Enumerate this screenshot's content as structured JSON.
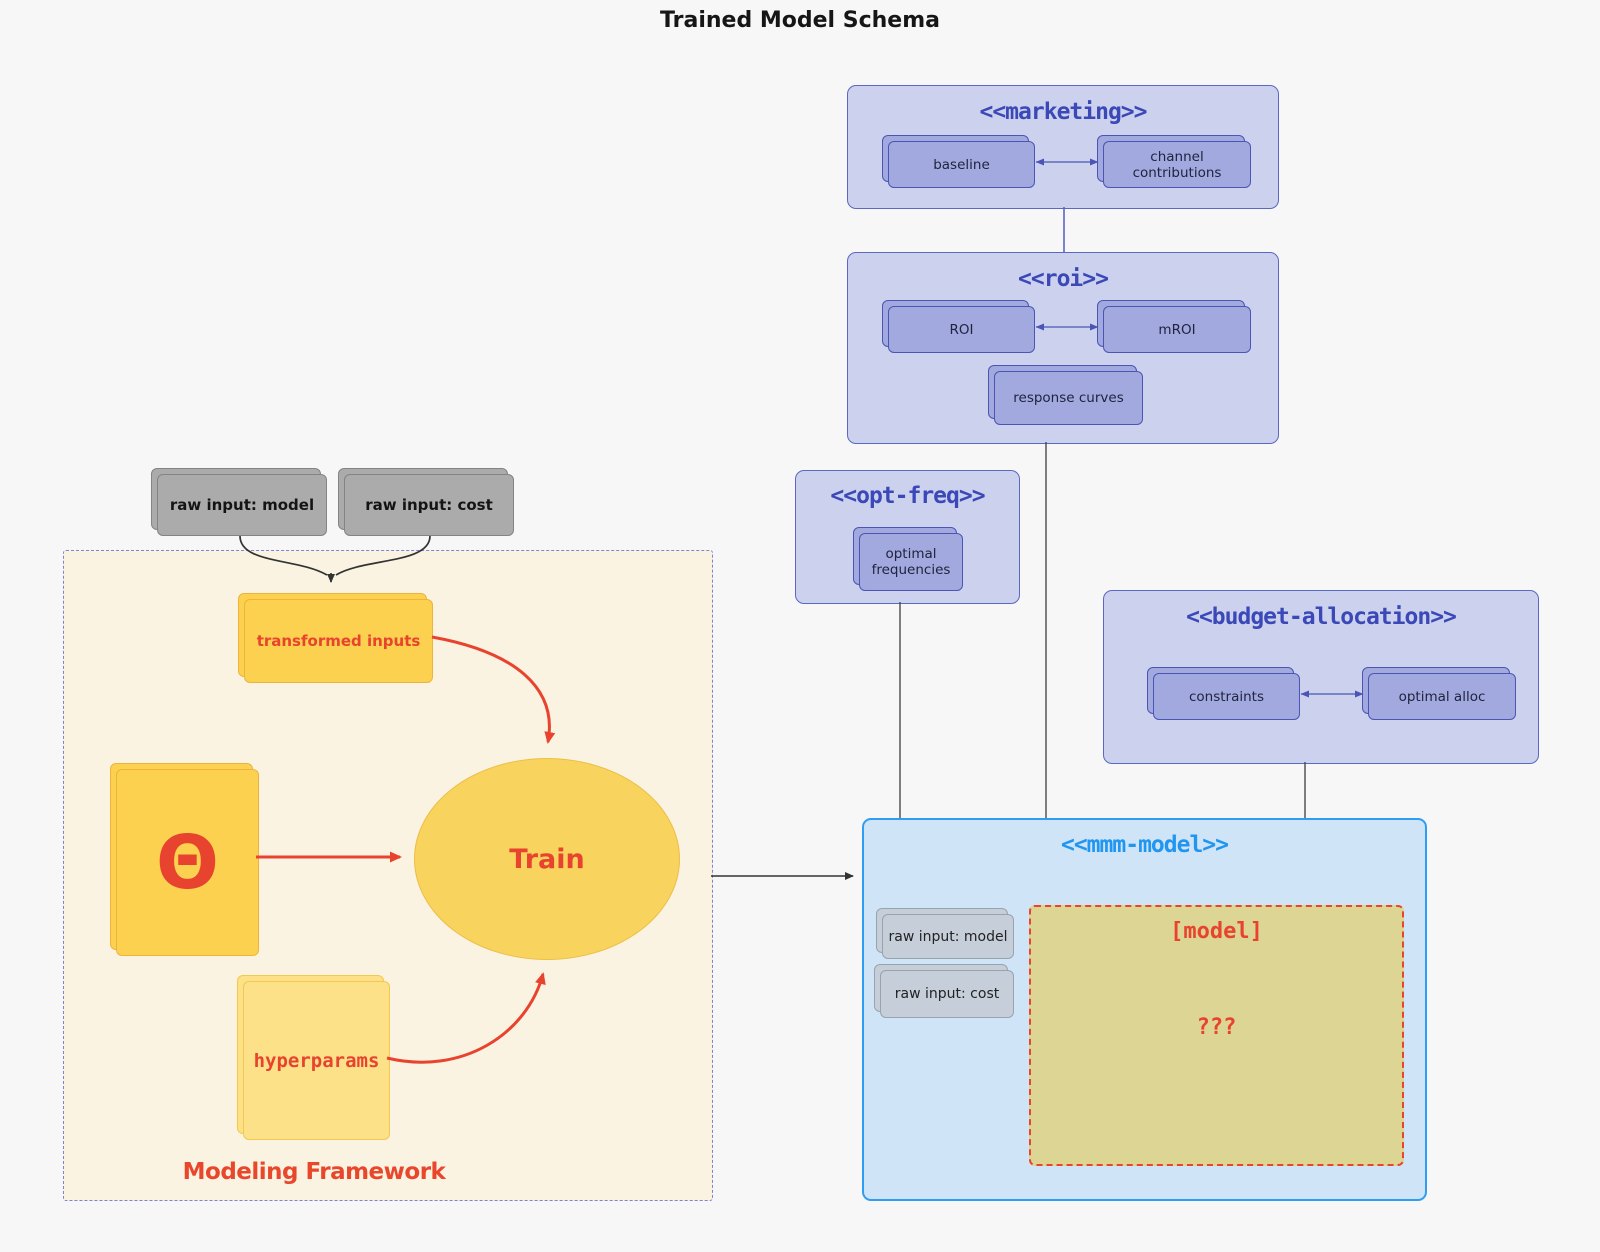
{
  "title": "Trained Model Schema",
  "inputs": {
    "raw_input_model": "raw input: model",
    "raw_input_cost": "raw input: cost"
  },
  "framework": {
    "label": "Modeling Framework",
    "transformed_inputs": "transformed inputs",
    "theta": "Θ",
    "train": "Train",
    "hyperparams": "hyperparams"
  },
  "clusters": {
    "marketing": {
      "title": "<<marketing>>",
      "baseline": "baseline",
      "channel_contributions": "channel contributions"
    },
    "roi": {
      "title": "<<roi>>",
      "roi": "ROI",
      "mroi": "mROI",
      "response_curves": "response curves"
    },
    "opt_freq": {
      "title": "<<opt-freq>>",
      "optimal_frequencies": "optimal frequencies"
    },
    "budget_allocation": {
      "title": "<<budget-allocation>>",
      "constraints": "constraints",
      "optimal_alloc": "optimal alloc"
    },
    "mmm_model": {
      "title": "<<mmm-model>>",
      "raw_input_model": "raw input: model",
      "raw_input_cost": "raw input: cost",
      "model_box_title": "[model]",
      "model_box_unknown": "???"
    }
  },
  "colors": {
    "background": "#f7f7f8",
    "cluster_fill": "#ccd2ee",
    "cluster_border": "#5b67c1",
    "cluster_title": "#3b48b8",
    "purple_node_fill": "#a2a9de",
    "purple_node_border": "#4a55b5",
    "mmm_fill": "#cfe4f7",
    "mmm_border": "#2f9ef2",
    "mmm_title": "#2196f0",
    "model_box_fill": "#dcd593",
    "accent_red": "#e8432e",
    "framework_fill": "#faf3e1",
    "framework_border": "#7b82d8",
    "yellow_fill": "#fcd150",
    "yellow_border": "#eeb33d",
    "pale_yellow_fill": "#fde189",
    "train_fill": "#f8d35e",
    "gray_node_fill": "#ababab",
    "bluegray_node_fill": "#c6cfd9",
    "edge_dark": "#4a4a4a"
  }
}
